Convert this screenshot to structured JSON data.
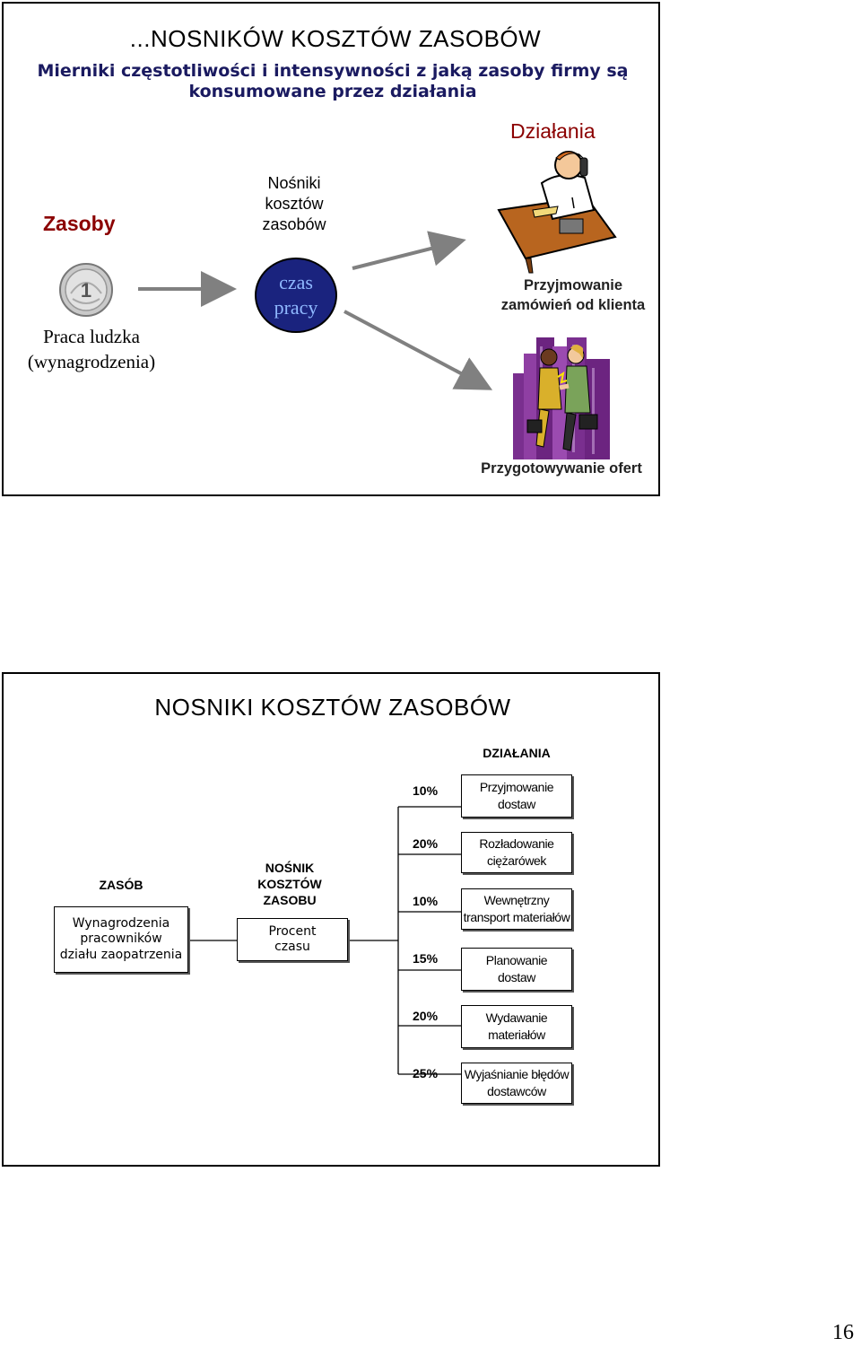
{
  "slide1": {
    "title": "...NOSNIKÓW KOSZTÓW ZASOBÓW",
    "subtitle_line1": "Mierniki częstotliwości i intensywności z jaką zasoby firmy są",
    "subtitle_line2": "konsumowane przez działania",
    "heading_resources": "Zasoby",
    "heading_drivers_line1": "Nośniki",
    "heading_drivers_line2": "kosztów",
    "heading_drivers_line3": "zasobów",
    "heading_activities": "Działania",
    "resource_line1": "Praca ludzka",
    "resource_line2": "(wynagrodzenia)",
    "driver_line1": "czas",
    "driver_line2": "pracy",
    "activity1_line1": "Przyjmowanie",
    "activity1_line2": "zamówień od klienta",
    "activity2": "Przygotowywanie ofert",
    "coin_label": "1",
    "colors": {
      "heading_red": "#8B0000",
      "oval_fill": "#1a237e",
      "oval_text": "#8fb8ff",
      "arrow_gray": "#808080",
      "city_purple": "#7a2f8f"
    }
  },
  "slide2": {
    "title": "NOSNIKI KOSZTÓW ZASOBÓW",
    "activities_header": "DZIAŁANIA",
    "resource_header": "ZASÓB",
    "resource_line1": "Wynagrodzenia",
    "resource_line2": "pracowników",
    "resource_line3": "działu zaopatrzenia",
    "driver_header_line1": "NOŚNIK",
    "driver_header_line2": "KOSZTÓW",
    "driver_header_line3": "ZASOBU",
    "driver_line1": "Procent",
    "driver_line2": "czasu",
    "activities": [
      {
        "percent": "10%",
        "line1": "Przyjmowanie",
        "line2": "dostaw"
      },
      {
        "percent": "20%",
        "line1": "Rozładowanie",
        "line2": "ciężarówek"
      },
      {
        "percent": "10%",
        "line1": "Wewnętrzny",
        "line2": "transport materiałów"
      },
      {
        "percent": "15%",
        "line1": "Planowanie",
        "line2": "dostaw"
      },
      {
        "percent": "20%",
        "line1": "Wydawanie",
        "line2": "materiałów"
      },
      {
        "percent": "25%",
        "line1": "Wyjaśnianie błędów",
        "line2": "dostawców"
      }
    ]
  },
  "page_number": "16"
}
